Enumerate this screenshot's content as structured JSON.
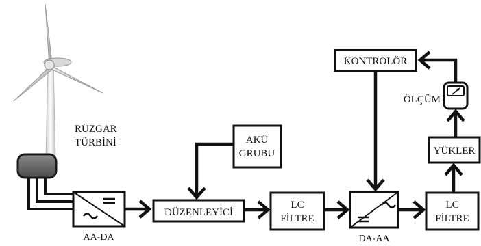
{
  "labels": {
    "turbine_line1": "RÜZGAR",
    "turbine_line2": "TÜRBİNİ",
    "aa_da": "AA-DA",
    "battery_line1": "AKÜ",
    "battery_line2": "GRUBU",
    "regulator": "DÜZENLEYİCİ",
    "lc1_line1": "LC",
    "lc1_line2": "FİLTRE",
    "da_aa": "DA-AA",
    "lc2_line1": "LC",
    "lc2_line2": "FİLTRE",
    "controller": "KONTROLÖR",
    "measurement": "ÖLÇÜM",
    "loads": "YÜKLER"
  }
}
